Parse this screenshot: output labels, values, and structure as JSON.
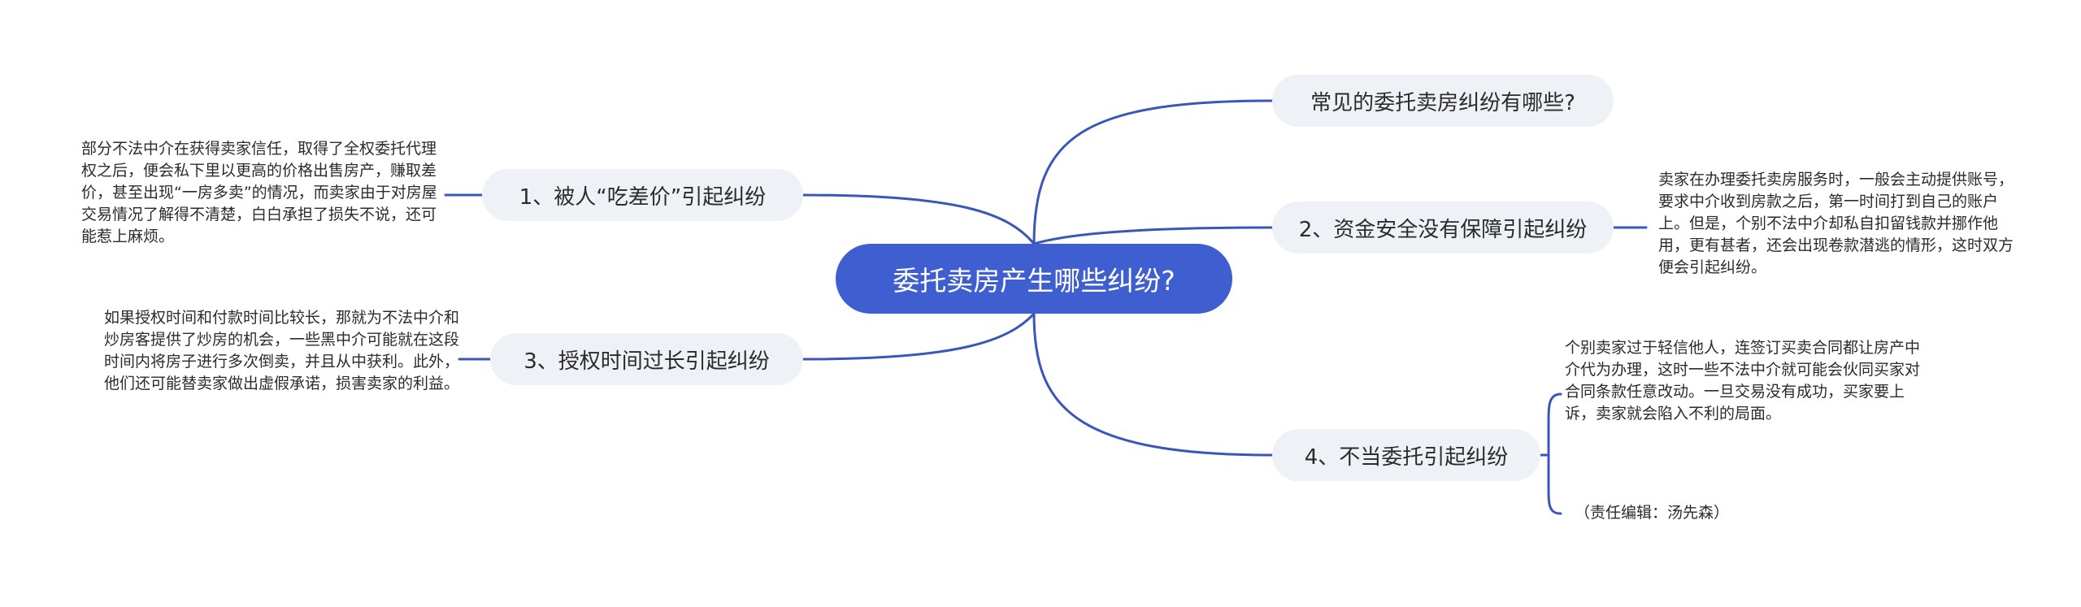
{
  "diagram": {
    "root": {
      "label": "委托卖房产生哪些纠纷?"
    },
    "branches": [
      {
        "label": "常见的委托卖房纠纷有哪些?"
      },
      {
        "label": "2、资金安全没有保障引起纠纷"
      },
      {
        "label": "4、不当委托引起纠纷"
      },
      {
        "label": "1、被人“吃差价”引起纠纷"
      },
      {
        "label": "3、授权时间过长引起纠纷"
      }
    ],
    "notes": [
      {
        "text": "卖家在办理委托卖房服务时，一般会主动提供账号，要求中介收到房款之后，第一时间打到自己的账户上。但是，个别不法中介却私自扣留钱款并挪作他用，更有甚者，还会出现卷款潜逃的情形，这时双方便会引起纠纷。"
      },
      {
        "text": "个别卖家过于轻信他人，连签订买卖合同都让房产中介代为办理，这时一些不法中介就可能会伙同买家对合同条款任意改动。一旦交易没有成功，买家要上诉，卖家就会陷入不利的局面。"
      },
      {
        "text": "（责任编辑：汤先森）"
      },
      {
        "text": "部分不法中介在获得卖家信任，取得了全权委托代理权之后，便会私下里以更高的价格出售房产，赚取差价，甚至出现“一房多卖”的情况，而卖家由于对房屋交易情况了解得不清楚，白白承担了损失不说，还可能惹上麻烦。"
      },
      {
        "text": "如果授权时间和付款时间比较长，那就为不法中介和炒房客提供了炒房的机会，一些黑中介可能就在这段时间内将房子进行多次倒卖，并且从中获利。此外，他们还可能替卖家做出虚假承诺，损害卖家的利益。"
      }
    ],
    "colors": {
      "root_fill": "#3f5fd0",
      "branch_fill": "#eef1f5",
      "connector": "#3a56b8",
      "text": "#2b2b2b"
    }
  }
}
